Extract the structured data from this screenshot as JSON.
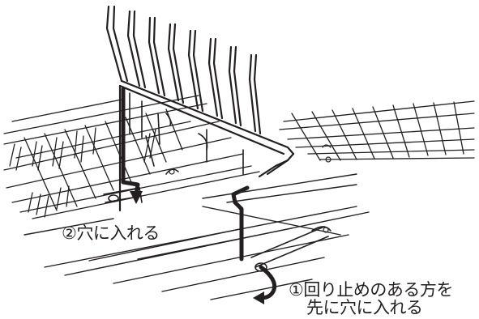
{
  "steps": [
    {
      "id": "step2",
      "marker": "②",
      "text": "穴に入れる"
    },
    {
      "id": "step1",
      "marker": "①",
      "line1": "回り止めのある方を",
      "line2": "先に穴に入れる"
    }
  ],
  "colors": {
    "stroke": "#231f20",
    "background": "#ffffff"
  }
}
